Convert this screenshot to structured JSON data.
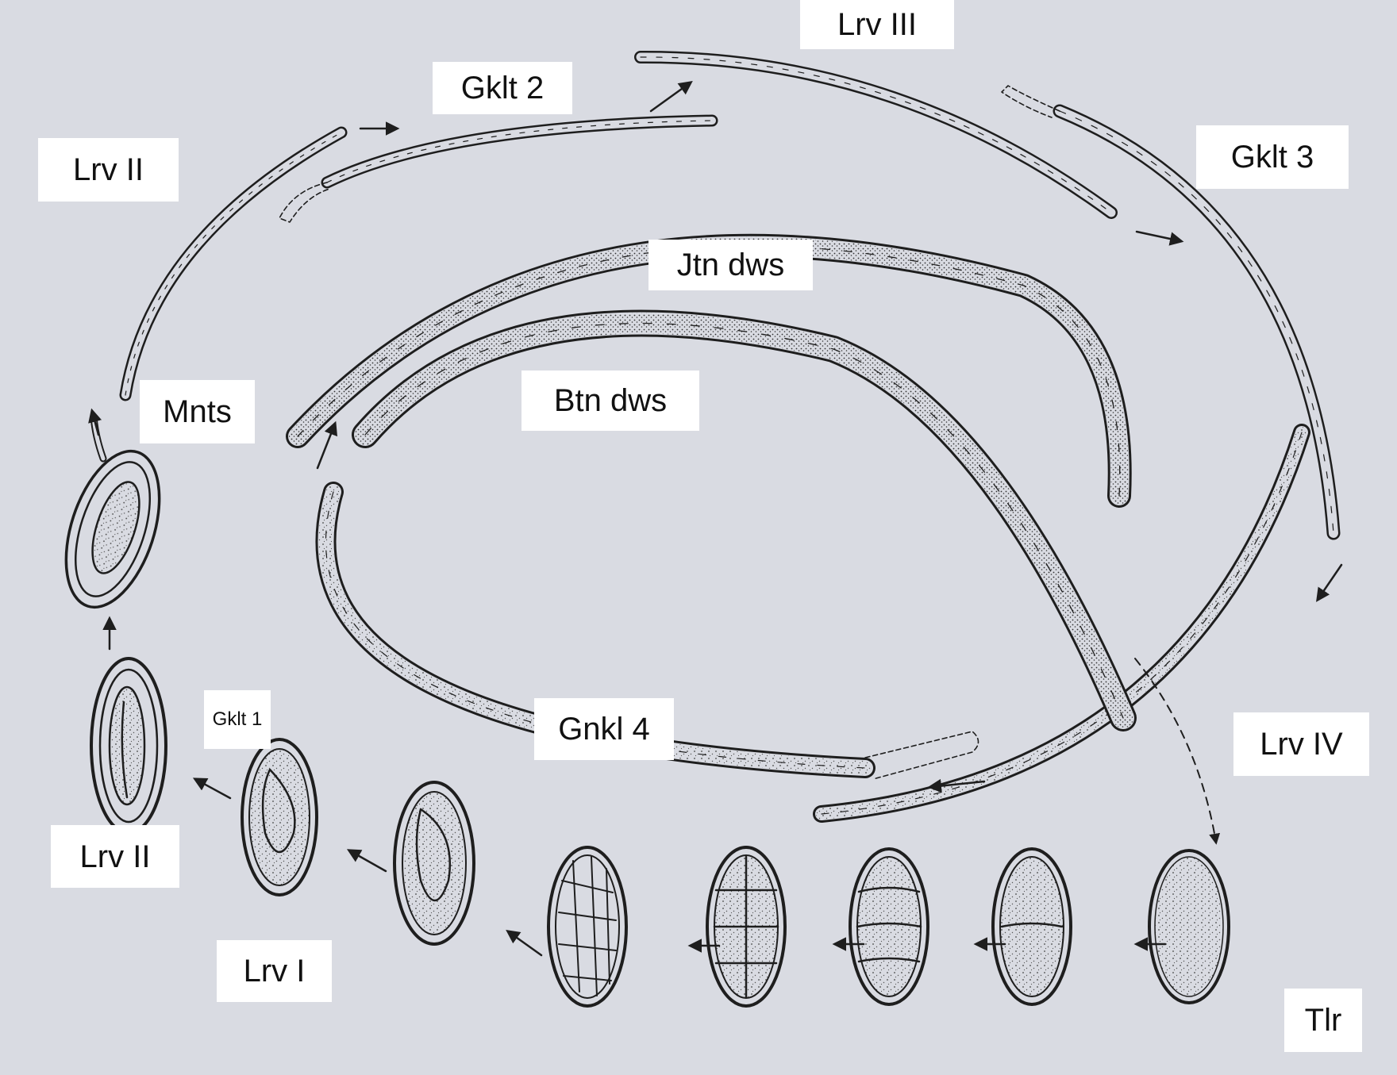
{
  "diagram": {
    "labels": {
      "lrv_iii": "Lrv III",
      "gklt_2": "Gklt 2",
      "lrv_ii_top": "Lrv II",
      "gklt_3": "Gklt 3",
      "jtn_dws": "Jtn dws",
      "mnts": "Mnts",
      "btn_dws": "Btn dws",
      "gklt_1": "Gklt 1",
      "gnkl_4": "Gnkl 4",
      "lrv_iv": "Lrv IV",
      "lrv_ii_bottom": "Lrv II",
      "lrv_i": "Lrv I",
      "tlr": "Tlr"
    },
    "colors": {
      "background": "#d9dbe2",
      "ink": "#1e1e1e",
      "label_box": "#ffffff"
    }
  }
}
